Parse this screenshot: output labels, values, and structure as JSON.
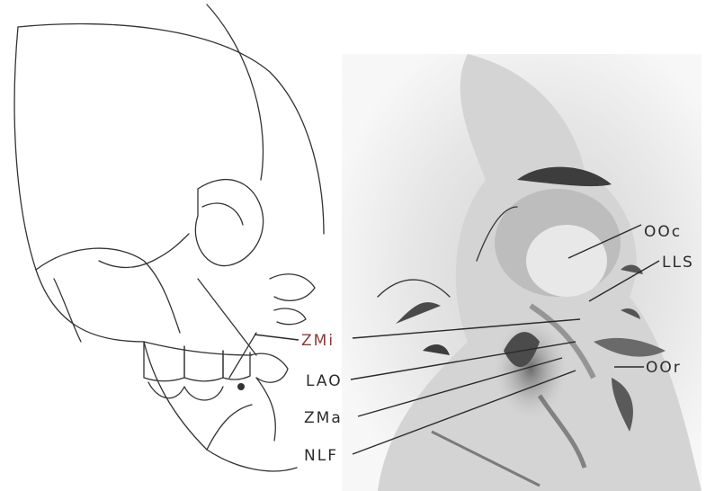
{
  "labels": {
    "zmi": "ZMi",
    "lao": "LAO",
    "zma": "ZMa",
    "nlf": "NLF",
    "ooc": "OOc",
    "lls": "LLS",
    "oor": "OOr"
  },
  "colors": {
    "zmi_label": "#8a3b3b",
    "ink": "#2a2a2a",
    "background": "#ffffff"
  }
}
